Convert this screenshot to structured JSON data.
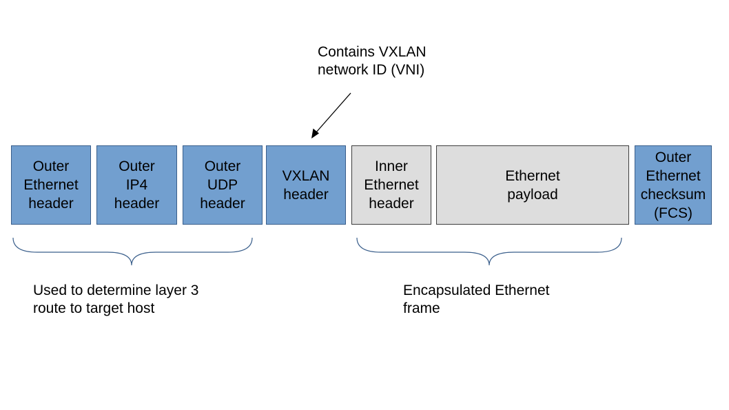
{
  "colors": {
    "outer_field_fill": "#729fcf",
    "inner_field_fill": "#dddddd",
    "bracket_stroke": "#385d8a",
    "arrow_stroke": "#000000"
  },
  "fields": [
    {
      "label": "Outer\nEthernet\nheader",
      "group": "outer"
    },
    {
      "label": "Outer\nIP4\nheader",
      "group": "outer"
    },
    {
      "label": "Outer\nUDP\nheader",
      "group": "outer"
    },
    {
      "label": "VXLAN\nheader",
      "group": "outer"
    },
    {
      "label": "Inner\nEthernet\nheader",
      "group": "inner"
    },
    {
      "label": "Ethernet\npayload",
      "group": "inner"
    },
    {
      "label": "Outer\nEthernet\nchecksum\n(FCS)",
      "group": "outer"
    }
  ],
  "vni_callout": "Contains VXLAN\nnetwork ID (VNI)",
  "brace_left_caption": "Used to determine layer 3\nroute to target host",
  "brace_right_caption": "Encapsulated Ethernet\nframe"
}
